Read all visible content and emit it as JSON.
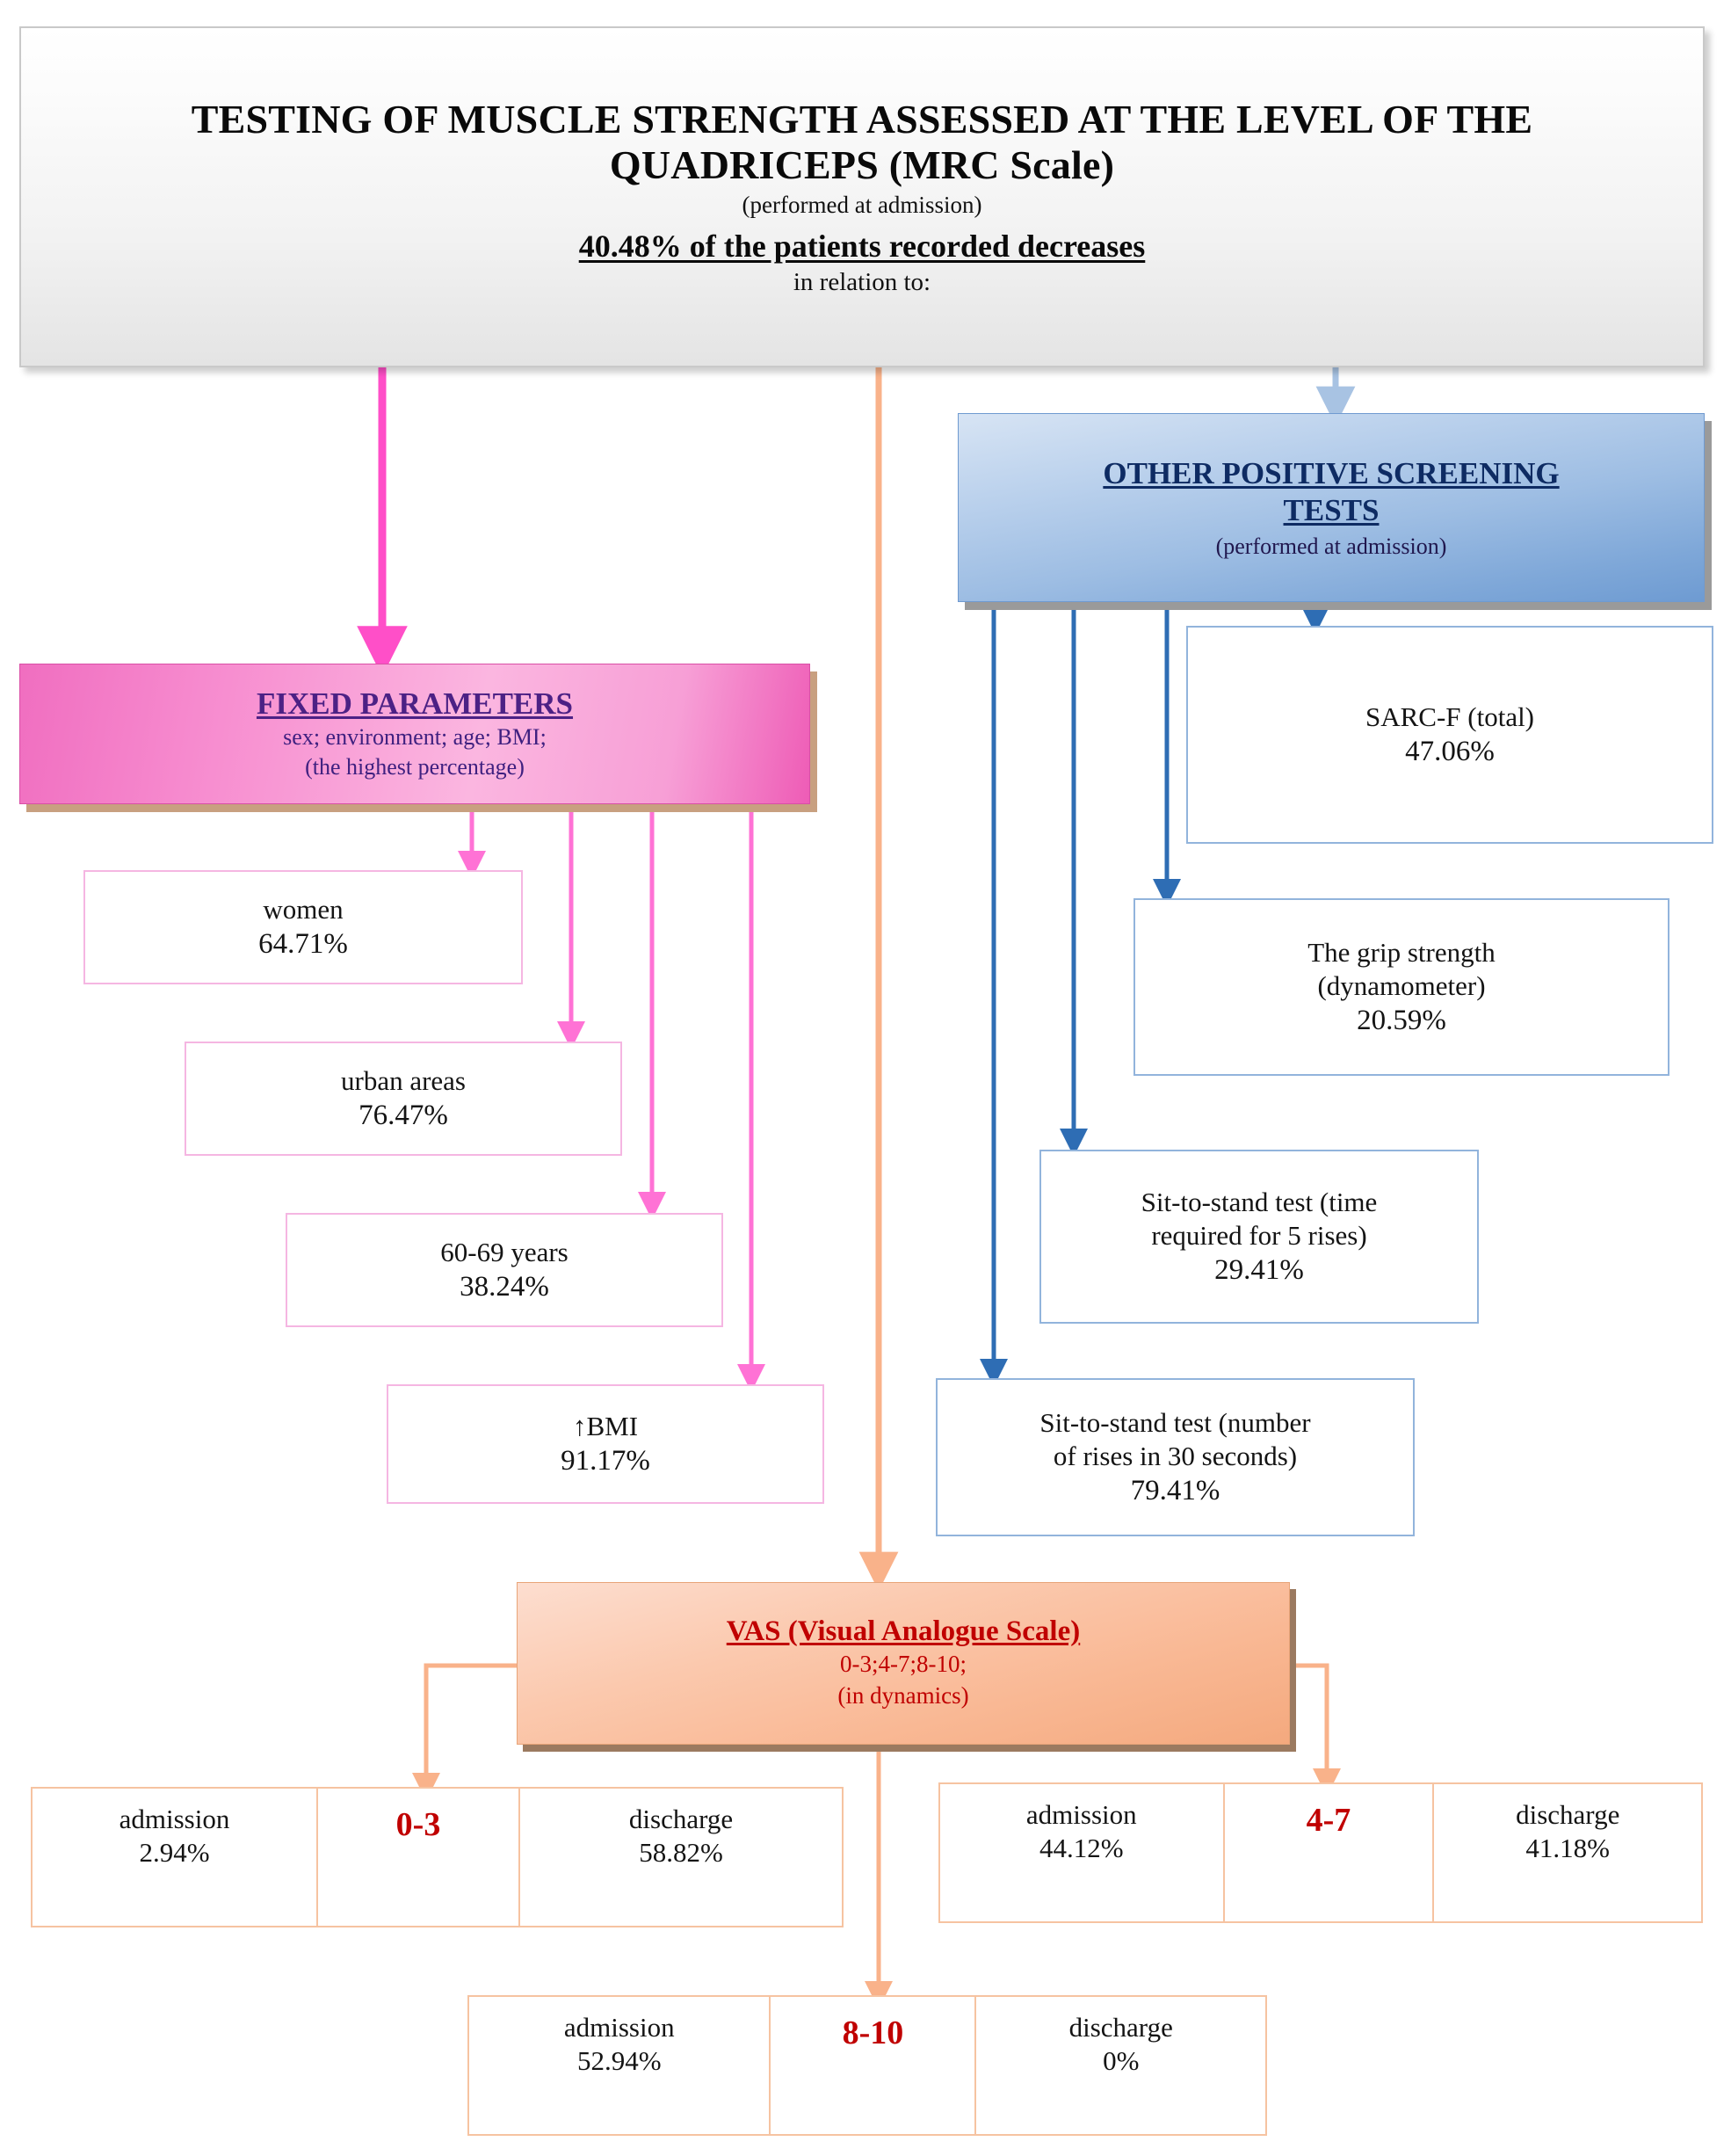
{
  "header": {
    "line1": "TESTING OF MUSCLE STRENGTH ASSESSED AT THE LEVEL OF THE QUADRICEPS (MRC Scale)",
    "line2": "(performed at admission)",
    "line3": "40.48% of the patients recorded decreases",
    "line4": "in relation to:"
  },
  "fixed_parameters": {
    "title": "FIXED PARAMETERS",
    "subtitle_line1": "sex; environment; age; BMI;",
    "subtitle_line2": "(the highest percentage)",
    "items": [
      {
        "name": "women",
        "value": "64.71%"
      },
      {
        "name": "urban areas",
        "value": "76.47%"
      },
      {
        "name": "60-69 years",
        "value": "38.24%"
      },
      {
        "name": "↑BMI",
        "value": "91.17%"
      }
    ]
  },
  "screening_tests": {
    "title_line1": "OTHER POSITIVE SCREENING",
    "title_line2": "TESTS",
    "subtitle": "(performed at admission)",
    "items": [
      {
        "name_line1": "SARC-F (total)",
        "name_line2": "",
        "value": "47.06%"
      },
      {
        "name_line1": "The grip strength",
        "name_line2": "(dynamometer)",
        "value": "20.59%"
      },
      {
        "name_line1": "Sit-to-stand test (time",
        "name_line2": "required for 5 rises)",
        "value": "29.41%"
      },
      {
        "name_line1": "Sit-to-stand test (number",
        "name_line2": "of rises in 30 seconds)",
        "value": "79.41%"
      }
    ]
  },
  "vas": {
    "title": "VAS (Visual Analogue Scale)",
    "subtitle_line1": "0-3;4-7;8-10;",
    "subtitle_line2": "(in dynamics)",
    "groups": [
      {
        "score": "0-3",
        "admission_label": "admission",
        "admission_value": "2.94%",
        "discharge_label": "discharge",
        "discharge_value": "58.82%"
      },
      {
        "score": "4-7",
        "admission_label": "admission",
        "admission_value": "44.12%",
        "discharge_label": "discharge",
        "discharge_value": "41.18%"
      },
      {
        "score": "8-10",
        "admission_label": "admission",
        "admission_value": "52.94%",
        "discharge_label": "discharge",
        "discharge_value": "0%"
      }
    ]
  },
  "colors": {
    "pink_accent": "#ff4fc8",
    "pink_light": "#f5b6e2",
    "blue_accent": "#2e6db4",
    "blue_light": "#a8c3e3",
    "orange_accent": "#f9b28a",
    "red_text": "#c00000",
    "purple_text": "#4c2185"
  }
}
